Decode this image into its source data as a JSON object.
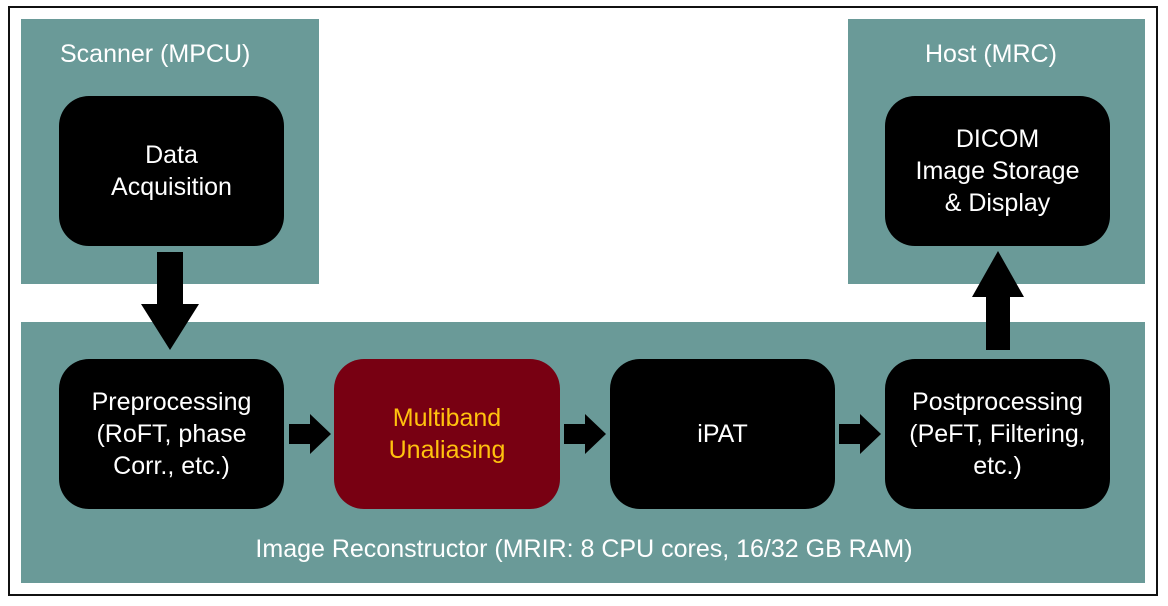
{
  "colors": {
    "region_fill": "#6a9a98",
    "box_fill": "#000000",
    "highlight_fill": "#780012",
    "highlight_text": "#ffc20e",
    "text": "#ffffff",
    "arrow": "#000000"
  },
  "regions": {
    "scanner": {
      "label": "Scanner (MPCU)"
    },
    "host": {
      "label": "Host (MRC)"
    },
    "reconstructor": {
      "label": "Image Reconstructor (MRIR: 8 CPU cores, 16/32 GB RAM)"
    }
  },
  "boxes": {
    "data_acquisition": {
      "lines": [
        "Data",
        "Acquisition"
      ]
    },
    "dicom": {
      "lines": [
        "DICOM",
        "Image Storage",
        "& Display"
      ]
    },
    "preprocessing": {
      "lines": [
        "Preprocessing",
        "(RoFT, phase",
        "Corr., etc.)"
      ]
    },
    "multiband": {
      "lines": [
        "Multiband",
        "Unaliasing"
      ]
    },
    "ipat": {
      "lines": [
        "iPAT"
      ]
    },
    "postprocessing": {
      "lines": [
        "Postprocessing",
        "(PeFT, Filtering,",
        "etc.)"
      ]
    }
  }
}
